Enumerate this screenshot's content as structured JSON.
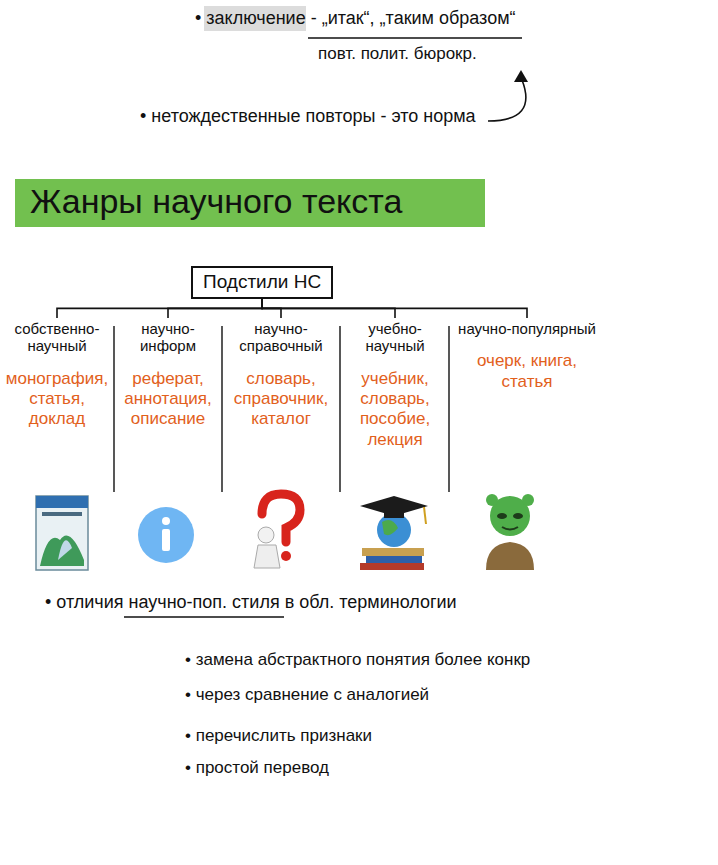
{
  "diagram": {
    "title": "Жанры научного текста",
    "nodes": [
      {
        "text": [
          "Подстили НС"
        ]
      },
      {
        "text": [
          "собственно-научный",
          "монография, статья, доклад"
        ]
      },
      {
        "text": [
          "научно-информ",
          "реферат, аннотация, описание"
        ]
      },
      {
        "text": [
          "научно-справочный",
          "словарь, справочник, каталог"
        ]
      },
      {
        "text": [
          "учебно-научный",
          "учебник, словарь, пособие, лекция"
        ]
      },
      {
        "text": [
          "научно-популярный",
          "очерк, книга, статья"
        ]
      }
    ],
    "edges": [
      {
        "from": 0,
        "to": 1,
        "arrow": "none"
      },
      {
        "from": 0,
        "to": 2,
        "arrow": "none"
      },
      {
        "from": 0,
        "to": 3,
        "arrow": "none"
      },
      {
        "from": 0,
        "to": 4,
        "arrow": "none"
      },
      {
        "from": 0,
        "to": 5,
        "arrow": "none"
      }
    ],
    "labels": [
      "• заключение - „итак“, „таким образом“",
      "повт. полит. бюрокр.",
      "• нетождественные повторы - это норма",
      "• отличия научно-поп. стиля в обл. терминологии",
      "• замена абстрактного понятия более конкр",
      "• через сравнение с аналогией",
      "• перечислить признаки",
      "• простой перевод"
    ]
  }
}
